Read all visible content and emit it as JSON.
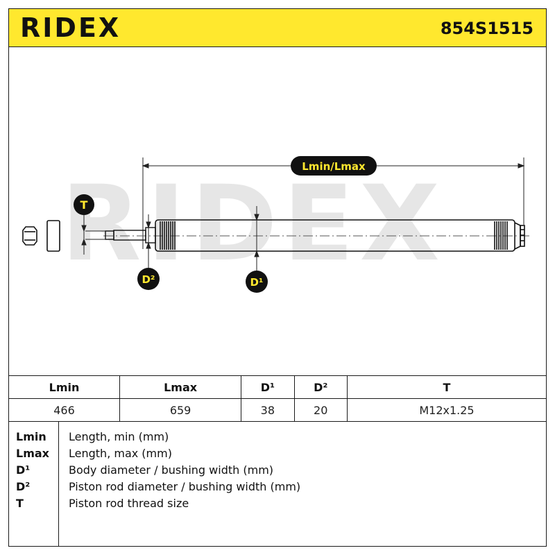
{
  "header": {
    "brand": "RIDEX",
    "part_number": "854S1515",
    "background_color": "#ffe82e"
  },
  "drawing": {
    "watermark": "RIDEX",
    "callouts": {
      "length": "Lmin/Lmax",
      "thread": "T",
      "rod_diameter": "D²",
      "body_diameter": "D¹"
    }
  },
  "table": {
    "headers": [
      "Lmin",
      "Lmax",
      "D¹",
      "D²",
      "T"
    ],
    "values": [
      "466",
      "659",
      "38",
      "20",
      "M12x1.25"
    ]
  },
  "legend": [
    {
      "key": "Lmin",
      "desc": "Length, min (mm)"
    },
    {
      "key": "Lmax",
      "desc": "Length, max (mm)"
    },
    {
      "key": "D¹",
      "desc": "Body diameter / bushing width (mm)"
    },
    {
      "key": "D²",
      "desc": "Piston rod diameter / bushing width (mm)"
    },
    {
      "key": "T",
      "desc": "Piston rod thread size"
    }
  ]
}
